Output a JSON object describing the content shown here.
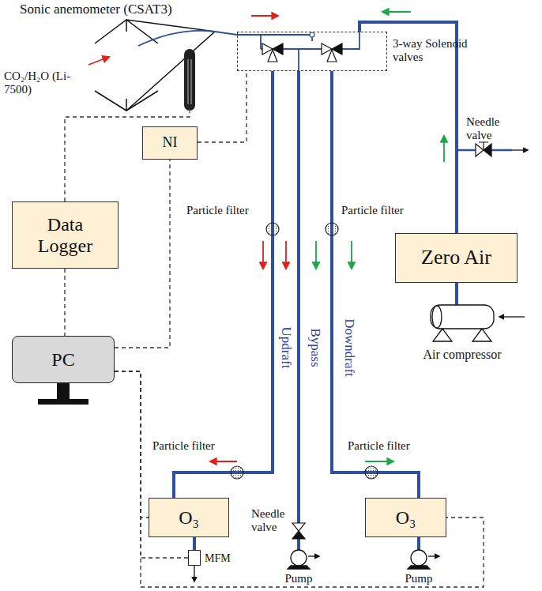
{
  "diagram": {
    "nodes": [
      {
        "text": [
          "3-way Solenoid valves"
        ]
      },
      {
        "text": [
          "NI"
        ]
      },
      {
        "text": [
          "Data Logger"
        ]
      },
      {
        "text": [
          "Zero Air"
        ]
      },
      {
        "text": [
          "PC"
        ]
      },
      {
        "text": [
          "O₃"
        ]
      },
      {
        "text": [
          "MFM"
        ]
      },
      {
        "text": [
          "O₃"
        ]
      }
    ],
    "edges": [
      {
        "from": 2,
        "to": 4,
        "arrow": "none"
      },
      {
        "from": 4,
        "to": 1,
        "arrow": "none"
      },
      {
        "from": 1,
        "to": 0,
        "arrow": "none"
      },
      {
        "from": 4,
        "to": 5,
        "arrow": "none"
      },
      {
        "from": 4,
        "to": 6,
        "arrow": "none"
      },
      {
        "from": 4,
        "to": 7,
        "arrow": "none"
      },
      {
        "from": 3,
        "to": 0,
        "arrow": "none"
      },
      {
        "from": 0,
        "to": 5,
        "arrow": "none"
      },
      {
        "from": 0,
        "to": 7,
        "arrow": "none"
      },
      {
        "from": 5,
        "to": 6,
        "arrow": "none"
      }
    ],
    "labels": [
      "Sonic anemometer (CSAT3)",
      "CO₂/H₂O (Li-7500)",
      "Needle valve",
      "Particle filter",
      "Particle filter",
      "Updraft",
      "Bypass",
      "Downdraft",
      "Particle filter",
      "Particle filter",
      "Needle valve",
      "Pump",
      "Pump",
      "Air compressor"
    ]
  }
}
